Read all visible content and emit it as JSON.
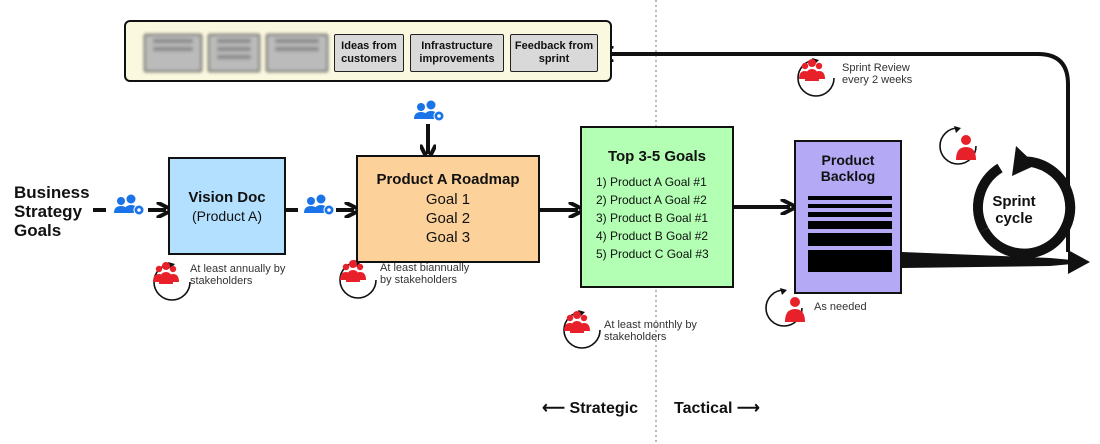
{
  "sources": {
    "blurred": [
      "Research",
      "",
      "Technical debt"
    ],
    "ideas_label": "Ideas from customers",
    "infra_label": "Infrastructure improvements",
    "feedback_label": "Feedback from sprint"
  },
  "business": {
    "label": "Business Strategy Goals"
  },
  "vision": {
    "title": "Vision Doc",
    "subtitle": "(Product A)",
    "note": "At least annually by stakeholders"
  },
  "roadmap": {
    "title": "Product A Roadmap",
    "goals": [
      "Goal 1",
      "Goal 2",
      "Goal 3"
    ],
    "note": "At least biannually by stakeholders"
  },
  "top_goals": {
    "title": "Top 3-5 Goals",
    "items": [
      "1) Product A Goal #1",
      "2) Product A Goal #2",
      "3) Product B Goal #1",
      "4) Product B Goal #2",
      "5) Product C Goal #3"
    ],
    "note": "At least monthly by stakeholders"
  },
  "backlog": {
    "title": "Product Backlog",
    "note": "As needed"
  },
  "sprint": {
    "label": "Sprint cycle",
    "review_note": "Sprint Review every 2 weeks"
  },
  "axis": {
    "strategic": "⟵ Strategic",
    "tactical": "Tactical ⟶"
  },
  "colors": {
    "vision": "#b3e0ff",
    "roadmap": "#fcd29a",
    "top_goals": "#b3ffb3",
    "backlog": "#b3a9f5",
    "panel": "#fbf8e0",
    "people": "#e8202a",
    "gear_people": "#1a73e8"
  }
}
